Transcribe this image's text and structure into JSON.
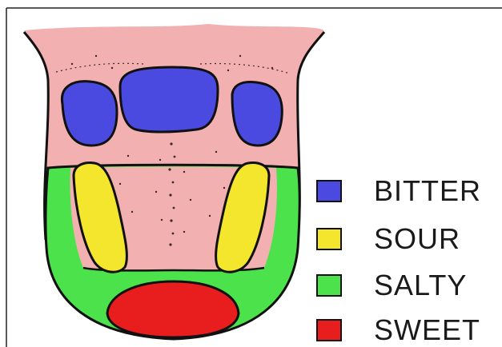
{
  "legend": [
    {
      "label": "BITTER",
      "color": "#4a4ae0"
    },
    {
      "label": "SOUR",
      "color": "#f4e62c"
    },
    {
      "label": "SALTY",
      "color": "#4be24b"
    },
    {
      "label": "SWEET",
      "color": "#e81e1e"
    }
  ],
  "colors": {
    "tongue": "#f2b0b0",
    "outline": "#111111"
  }
}
